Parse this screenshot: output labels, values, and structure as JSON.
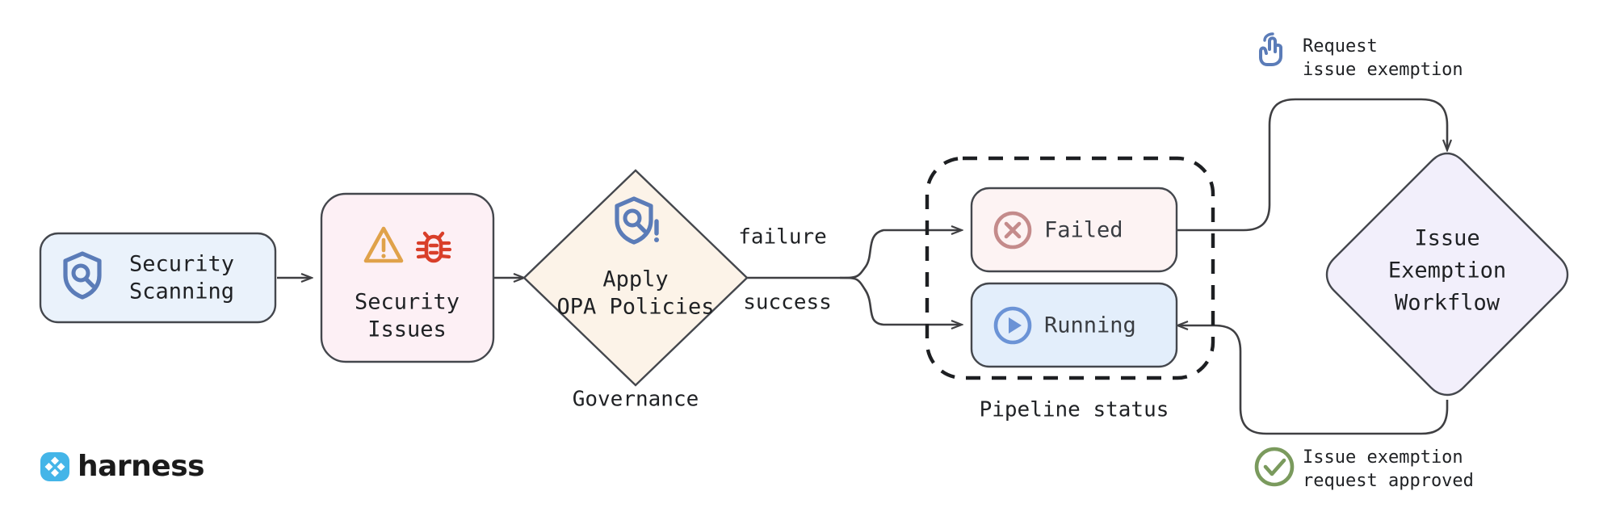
{
  "diagram": {
    "title": "Security scanning governance and issue exemption flow",
    "background": "#ffffff"
  },
  "nodes": [
    {
      "id": "security-scanning",
      "shape": "rounded-rect",
      "label_line1": "Security",
      "label_line2": "Scanning",
      "icon": "shield-search-icon",
      "fill": "#eaf2fb",
      "stroke": "#44474d"
    },
    {
      "id": "security-issues",
      "shape": "rounded-rect",
      "label_line1": "Security",
      "label_line2": "Issues",
      "icon_warning": "warning-triangle-icon",
      "icon_bug": "bug-icon",
      "fill": "#fdf0f5",
      "stroke": "#44474d"
    },
    {
      "id": "apply-opa-policies",
      "shape": "diamond",
      "label_line1": "Apply",
      "label_line2": "OPA Policies",
      "icon": "shield-search-alert-icon",
      "fill": "#fcf3e8",
      "stroke": "#44474d",
      "caption": "Governance"
    },
    {
      "id": "failed",
      "shape": "rounded-rect",
      "label": "Failed",
      "icon": "x-circle-icon",
      "fill": "#fdf3f3",
      "stroke": "#44474d",
      "icon_color": "#c48b8b"
    },
    {
      "id": "running",
      "shape": "rounded-rect",
      "label": "Running",
      "icon": "play-circle-icon",
      "fill": "#e3eefb",
      "stroke": "#44474d",
      "icon_color": "#6b93d6"
    },
    {
      "id": "issue-exemption-workflow",
      "shape": "diamond",
      "label_line1": "Issue",
      "label_line2": "Exemption",
      "label_line3": "Workflow",
      "fill": "#f2effb",
      "stroke": "#44474d"
    }
  ],
  "groups": [
    {
      "id": "pipeline-status",
      "label": "Pipeline status",
      "style": "dashed",
      "members": [
        "failed",
        "running"
      ]
    }
  ],
  "edges": [
    {
      "from": "security-scanning",
      "to": "security-issues",
      "label": ""
    },
    {
      "from": "security-issues",
      "to": "apply-opa-policies",
      "label": ""
    },
    {
      "from": "apply-opa-policies",
      "to": "failed",
      "label": "failure"
    },
    {
      "from": "apply-opa-policies",
      "to": "running",
      "label": "success"
    },
    {
      "from": "failed",
      "to": "issue-exemption-workflow",
      "label": ""
    },
    {
      "from": "issue-exemption-workflow",
      "to": "running",
      "label": ""
    }
  ],
  "annotations": [
    {
      "id": "request-issue-exemption",
      "icon": "hand-pointer-icon",
      "icon_color": "#5b7cb8",
      "line1": "Request",
      "line2": "issue exemption"
    },
    {
      "id": "issue-exemption-request-approved",
      "icon": "check-circle-icon",
      "icon_color": "#7a9a5d",
      "line1": "Issue exemption",
      "line2": "request approved"
    }
  ],
  "brand": {
    "name": "harness",
    "logo": "harness-logo-icon",
    "logo_color": "#44b5e8"
  },
  "palette": {
    "blue": "#5b7cb8",
    "orange": "#e0a24a",
    "red": "#d93f2a",
    "rose": "#c48b8b",
    "green": "#7a9a5d",
    "edge": "#3f3f42"
  }
}
